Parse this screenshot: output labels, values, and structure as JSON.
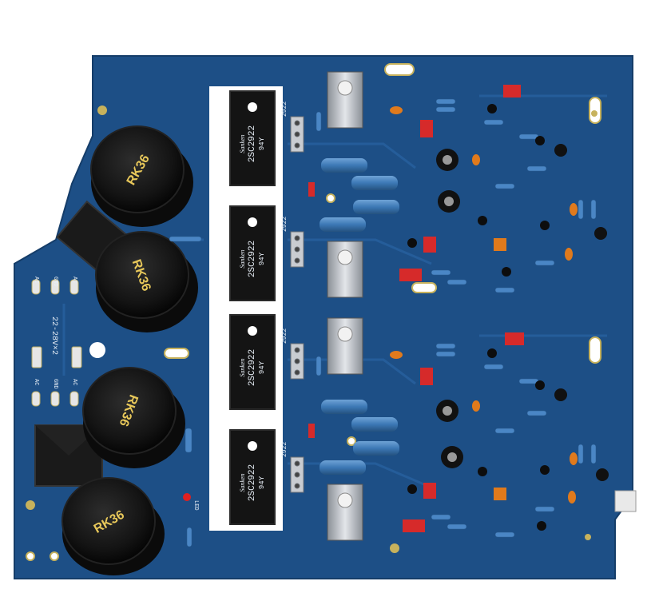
{
  "board": {
    "pcb_color": "#1d4f86",
    "background": "#ffffff"
  },
  "capacitors": [
    {
      "label": "RK36"
    },
    {
      "label": "RK36"
    },
    {
      "label": "RK36"
    },
    {
      "label": "RK36"
    }
  ],
  "transistors": [
    {
      "part": "2SC2922",
      "grade": "94Y",
      "brand": "Sanken"
    },
    {
      "part": "2SC2922",
      "grade": "94Y",
      "brand": "Sanken"
    },
    {
      "part": "2SC2922",
      "grade": "94Y",
      "brand": "Sanken"
    },
    {
      "part": "2SC2922",
      "grade": "94Y",
      "brand": "Sanken"
    }
  ],
  "silkscreen": {
    "supply_voltage": "22-28V×2",
    "ac": "AC",
    "gnd": "GND",
    "part_code": "2922",
    "led": "LED"
  }
}
